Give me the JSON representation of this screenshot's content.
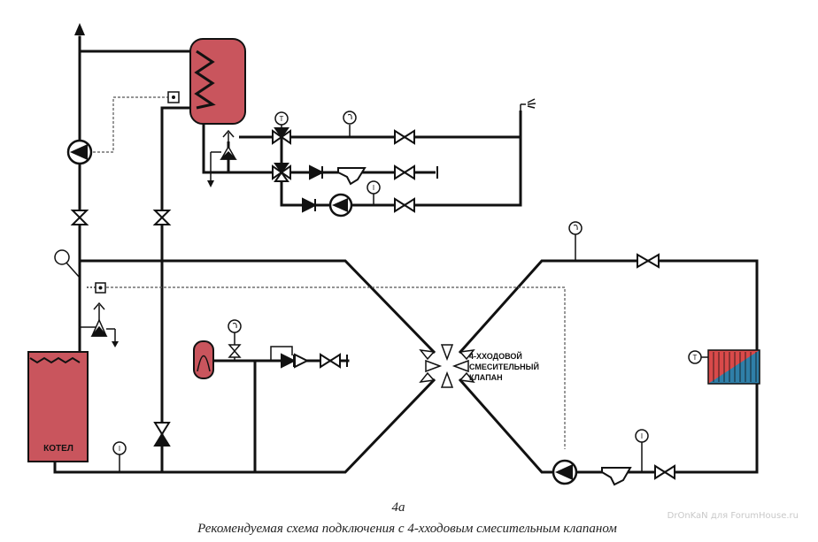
{
  "labels": {
    "boiler": "КОТЕЛ",
    "valve_line1": "4-ХХОДОВОЙ",
    "valve_line2": "СМЕСИТЕЛЬНЫЙ",
    "valve_line3": "КЛАПАН",
    "gauge_t": "T",
    "gauge_i": "I"
  },
  "caption": {
    "number": "4а",
    "text": "Рекомендуемая схема подключения с 4-хходовым смесительным клапаном"
  },
  "watermark": "DrOnKaN для ForumHouse.ru",
  "colors": {
    "pipe": "#111111",
    "tank": "#c9555d",
    "tank_dark": "#b44a52",
    "radiator_red": "#d94a4a",
    "radiator_blue": "#2f7fa8",
    "dashed": "#555555"
  }
}
